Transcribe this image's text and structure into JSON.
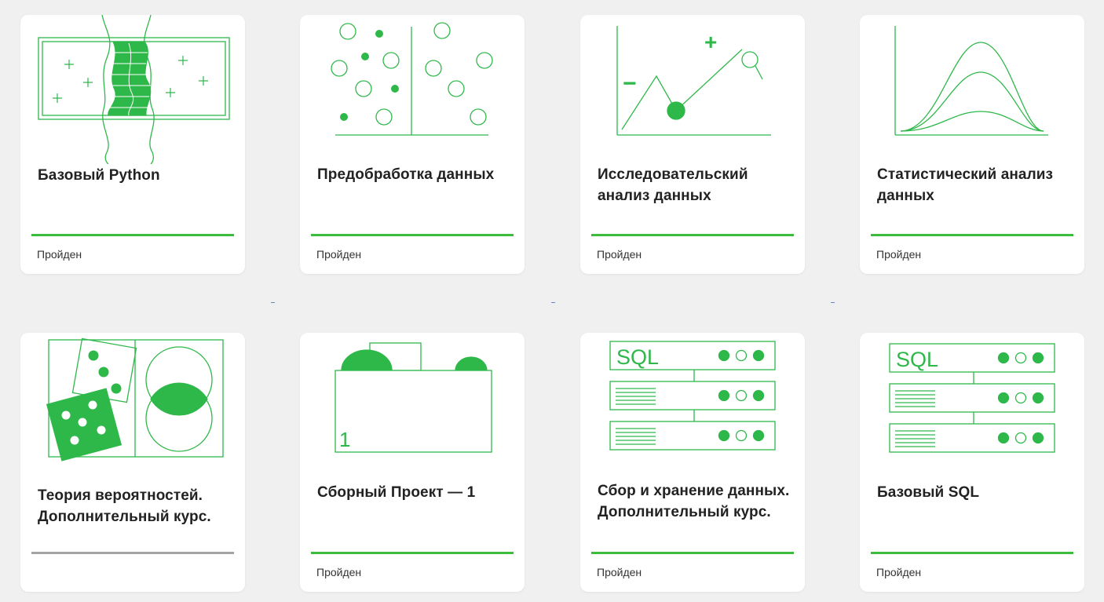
{
  "accent_color": "#3dbd3d",
  "inactive_color": "#a3a3a3",
  "courses": [
    {
      "title": "Базовый Python",
      "status": "Пройден",
      "icon": "python-banknote-illustration",
      "complete": true
    },
    {
      "title": "Предобработка данных",
      "status": "Пройден",
      "icon": "scatter-split-illustration",
      "complete": true
    },
    {
      "title": "Исследовательский анализ данных",
      "status": "Пройден",
      "icon": "line-chart-magnifier-illustration",
      "complete": true
    },
    {
      "title": "Статистический анализ данных",
      "status": "Пройден",
      "icon": "distribution-curves-illustration",
      "complete": true
    },
    {
      "title": "Теория вероятностей. Дополнительный курс.",
      "status": "",
      "icon": "dice-venn-illustration",
      "complete": false
    },
    {
      "title": "Сборный Проект — 1",
      "status": "Пройден",
      "icon": "folder-project-illustration",
      "complete": true
    },
    {
      "title": "Сбор и хранение данных. Дополнительный курс.",
      "status": "Пройден",
      "icon": "sql-servers-illustration",
      "complete": true
    },
    {
      "title": "Базовый SQL",
      "status": "Пройден",
      "icon": "sql-servers-illustration",
      "complete": true
    }
  ],
  "illustration_labels": {
    "sql_label": "SQL",
    "folder_number": "1",
    "plus_sign": "+",
    "minus_sign": "−"
  }
}
